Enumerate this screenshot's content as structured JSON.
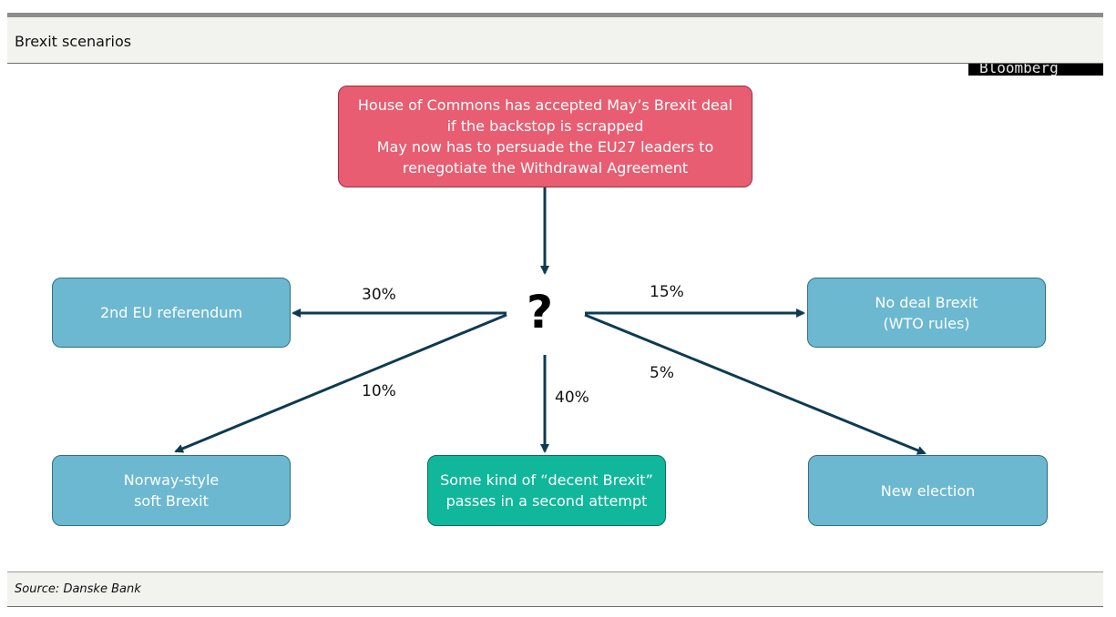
{
  "header": {
    "title": "Brexit scenarios"
  },
  "watermark": "Bloomberg",
  "diagram": {
    "top_box": "House of Commons has accepted May’s Brexit deal\nif the backstop is scrapped\nMay now has to persuade the EU27 leaders to\nrenegotiate the Withdrawal Agreement",
    "center_symbol": "?",
    "outcomes": {
      "referendum": {
        "label": "2nd EU referendum",
        "probability": "30%"
      },
      "no_deal": {
        "label": "No deal Brexit\n(WTO rules)",
        "probability": "15%"
      },
      "norway": {
        "label": "Norway-style\nsoft Brexit",
        "probability": "10%"
      },
      "decent": {
        "label": "Some kind of “decent Brexit”\npasses in a second attempt",
        "probability": "40%"
      },
      "election": {
        "label": "New election",
        "probability": "5%"
      }
    },
    "colors": {
      "outcome_fill": "#6cb8d0",
      "top_fill": "#e85d71",
      "highlight_fill": "#10b79a",
      "arrow": "#0d3b52"
    }
  },
  "footer": {
    "source": "Source: Danske Bank"
  }
}
